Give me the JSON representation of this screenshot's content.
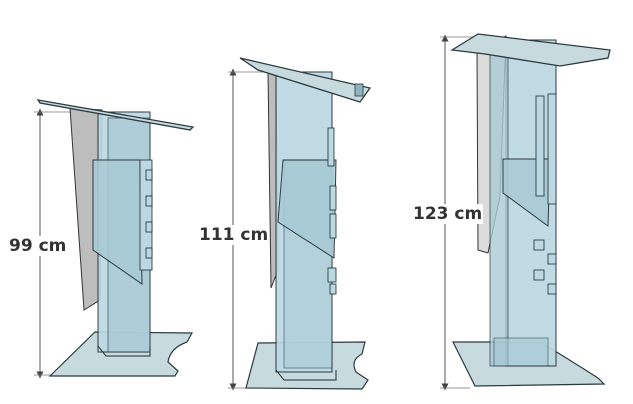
{
  "figure": {
    "description": "Three acrylic lecterns/podiums of increasing height with dimension arrows",
    "colors": {
      "panel_fill": "#bcd9e3",
      "panel_dark": "#a6c8d4",
      "edge": "#1f2a30",
      "base_fill": "#c7dade",
      "back_panel": "#bdbdbd",
      "back_panel_light": "#dcdcdc",
      "dimension_line": "#555555",
      "label_color": "#333333"
    },
    "lecterns": [
      {
        "id": "small",
        "height_label": "99 cm"
      },
      {
        "id": "medium",
        "height_label": "111 cm"
      },
      {
        "id": "large",
        "height_label": "123 cm"
      }
    ]
  }
}
